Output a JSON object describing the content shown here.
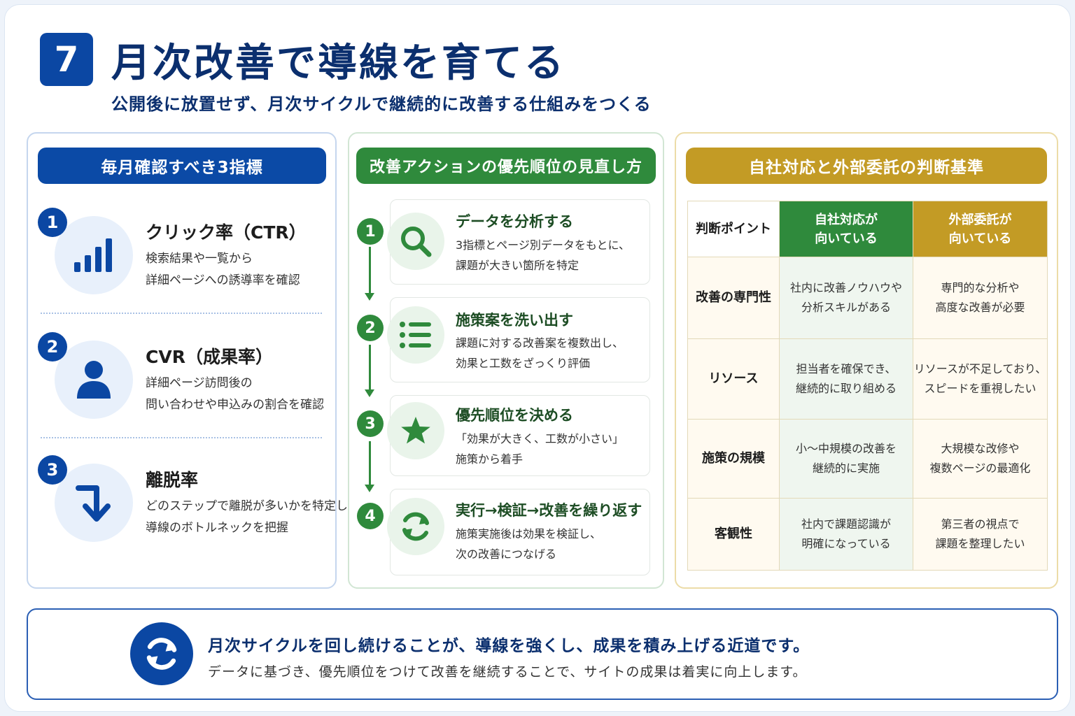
{
  "header": {
    "number": "7",
    "title": "月次改善で導線を育てる",
    "subtitle": "公開後に放置せず、月次サイクルで継続的に改善する仕組みをつくる"
  },
  "metrics": {
    "heading": "毎月確認すべき3指標",
    "items": [
      {
        "num": "1",
        "title": "クリック率（CTR）",
        "desc1": "検索結果や一覧から",
        "desc2": "詳細ページへの誘導率を確認",
        "icon": "bar-chart-icon"
      },
      {
        "num": "2",
        "title": "CVR（成果率）",
        "desc1": "詳細ページ訪問後の",
        "desc2": "問い合わせや申込みの割合を確認",
        "icon": "user-icon"
      },
      {
        "num": "3",
        "title": "離脱率",
        "desc1": "どのステップで離脱が多いかを特定し、",
        "desc2": "導線のボトルネックを把握",
        "icon": "down-arrow-icon"
      }
    ]
  },
  "actions": {
    "heading": "改善アクションの優先順位の見直し方",
    "steps": [
      {
        "num": "1",
        "title": "データを分析する",
        "desc1": "3指標とページ別データをもとに、",
        "desc2": "課題が大きい箇所を特定",
        "icon": "search-icon"
      },
      {
        "num": "2",
        "title": "施策案を洗い出す",
        "desc1": "課題に対する改善案を複数出し、",
        "desc2": "効果と工数をざっくり評価",
        "icon": "list-icon"
      },
      {
        "num": "3",
        "title": "優先順位を決める",
        "desc1": "「効果が大きく、工数が小さい」",
        "desc2": "施策から着手",
        "icon": "star-icon"
      },
      {
        "num": "4",
        "title": "実行→検証→改善を繰り返す",
        "desc1": "施策実施後は効果を検証し、",
        "desc2": "次の改善につなげる",
        "icon": "refresh-icon"
      }
    ]
  },
  "criteria": {
    "heading": "自社対応と外部委託の判断基準",
    "col0": "判断ポイント",
    "col1a": "自社対応が",
    "col1b": "向いている",
    "col2a": "外部委託が",
    "col2b": "向いている",
    "rows": [
      {
        "point": "改善の専門性",
        "inhouse1": "社内に改善ノウハウや",
        "inhouse2": "分析スキルがある",
        "outsource1": "専門的な分析や",
        "outsource2": "高度な改善が必要"
      },
      {
        "point": "リソース",
        "inhouse1": "担当者を確保でき、",
        "inhouse2": "継続的に取り組める",
        "outsource1": "リソースが不足しており、",
        "outsource2": "スピードを重視したい"
      },
      {
        "point": "施策の規模",
        "inhouse1": "小～中規模の改善を",
        "inhouse2": "継続的に実施",
        "outsource1": "大規模な改修や",
        "outsource2": "複数ページの最適化"
      },
      {
        "point": "客観性",
        "inhouse1": "社内で課題認識が",
        "inhouse2": "明確になっている",
        "outsource1": "第三者の視点で",
        "outsource2": "課題を整理したい"
      }
    ]
  },
  "footer": {
    "main": "月次サイクルを回し続けることが、導線を強くし、成果を積み上げる近道です。",
    "sub": "データに基づき、優先順位をつけて改善を継続することで、サイトの成果は着実に向上します。",
    "icon": "refresh-icon"
  },
  "colors": {
    "blue": "#0b47a3",
    "green": "#2f8a3c",
    "gold": "#c39b25"
  }
}
